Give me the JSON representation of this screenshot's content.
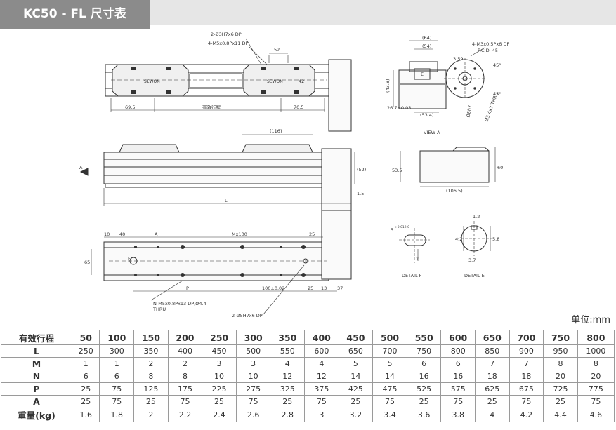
{
  "page": {
    "title": "KC50 - FL 尺寸表",
    "unit": "单位:mm"
  },
  "drawing": {
    "top_view": {
      "note_holes": "2-Ø3H7x6 DP",
      "note_taps": "4-M5x0.8Px11 DP",
      "dim_52": "52",
      "dim_42": "42",
      "dim_left": "69.5",
      "dim_right": "70.5",
      "stroke_label": "有效行程"
    },
    "side_view": {
      "dim_116": "(116)",
      "dim_52": "(52)",
      "dim_15": "1.5",
      "dim_L": "L",
      "arrow_A": "A"
    },
    "bottom_view": {
      "dim_10": "10",
      "dim_40": "40",
      "label_A": "A",
      "label_M": "Mx100",
      "dim_25a": "25",
      "label_P": "P",
      "dim_100": "100±0.02",
      "dim_25b": "25",
      "dim_13": "13",
      "dim_37": "37",
      "dim_65": "65",
      "label_F": "F",
      "note_taps": "N-M5x0.8Px13 DP,Ø4.4",
      "note_thru": "THRU",
      "note_holes": "2-Ø5H7x6 DP"
    },
    "view_a": {
      "dim_64": "(64)",
      "dim_54": "(54)",
      "dim_438": "(43.8)",
      "dim_267": "26.7±0.03",
      "dim_534": "(53.4)",
      "label_E": "E",
      "note_m3": "4-M3x0.5Px6 DP",
      "note_pcd": "P.C.D. 45",
      "dim_359": "3.59",
      "angle_45a": "45°",
      "angle_45b": "45°",
      "note_hole": "Ø3.4x7 THRU",
      "dim_d8": "Ø8h7",
      "caption": "VIEW A"
    },
    "end_view": {
      "dim_535": "53.5",
      "dim_60": "60",
      "dim_1065": "(106.5)"
    },
    "detail_f": {
      "dim_5": "5",
      "dim_tol": "+0.012 0",
      "dim_2": "2",
      "caption": "DETAIL F"
    },
    "detail_e": {
      "dim_12": "1.2",
      "dim_42": "4.2",
      "dim_58": "5.8",
      "dim_37": "3.7",
      "caption": "DETAIL E"
    }
  },
  "table": {
    "header": [
      "有效行程",
      "50",
      "100",
      "150",
      "200",
      "250",
      "300",
      "350",
      "400",
      "450",
      "500",
      "550",
      "600",
      "650",
      "700",
      "750",
      "800"
    ],
    "rows": [
      {
        "label": "L",
        "values": [
          "250",
          "300",
          "350",
          "400",
          "450",
          "500",
          "550",
          "600",
          "650",
          "700",
          "750",
          "800",
          "850",
          "900",
          "950",
          "1000"
        ]
      },
      {
        "label": "M",
        "values": [
          "1",
          "1",
          "2",
          "2",
          "3",
          "3",
          "4",
          "4",
          "5",
          "5",
          "6",
          "6",
          "7",
          "7",
          "8",
          "8"
        ]
      },
      {
        "label": "N",
        "values": [
          "6",
          "6",
          "8",
          "8",
          "10",
          "10",
          "12",
          "12",
          "14",
          "14",
          "16",
          "16",
          "18",
          "18",
          "20",
          "20"
        ]
      },
      {
        "label": "P",
        "values": [
          "25",
          "75",
          "125",
          "175",
          "225",
          "275",
          "325",
          "375",
          "425",
          "475",
          "525",
          "575",
          "625",
          "675",
          "725",
          "775"
        ]
      },
      {
        "label": "A",
        "values": [
          "25",
          "75",
          "25",
          "75",
          "25",
          "75",
          "25",
          "75",
          "25",
          "75",
          "25",
          "75",
          "25",
          "75",
          "25",
          "75"
        ]
      },
      {
        "label": "重量(kg)",
        "values": [
          "1.6",
          "1.8",
          "2",
          "2.2",
          "2.4",
          "2.6",
          "2.8",
          "3",
          "3.2",
          "3.4",
          "3.6",
          "3.8",
          "4",
          "4.2",
          "4.4",
          "4.6"
        ]
      }
    ]
  }
}
